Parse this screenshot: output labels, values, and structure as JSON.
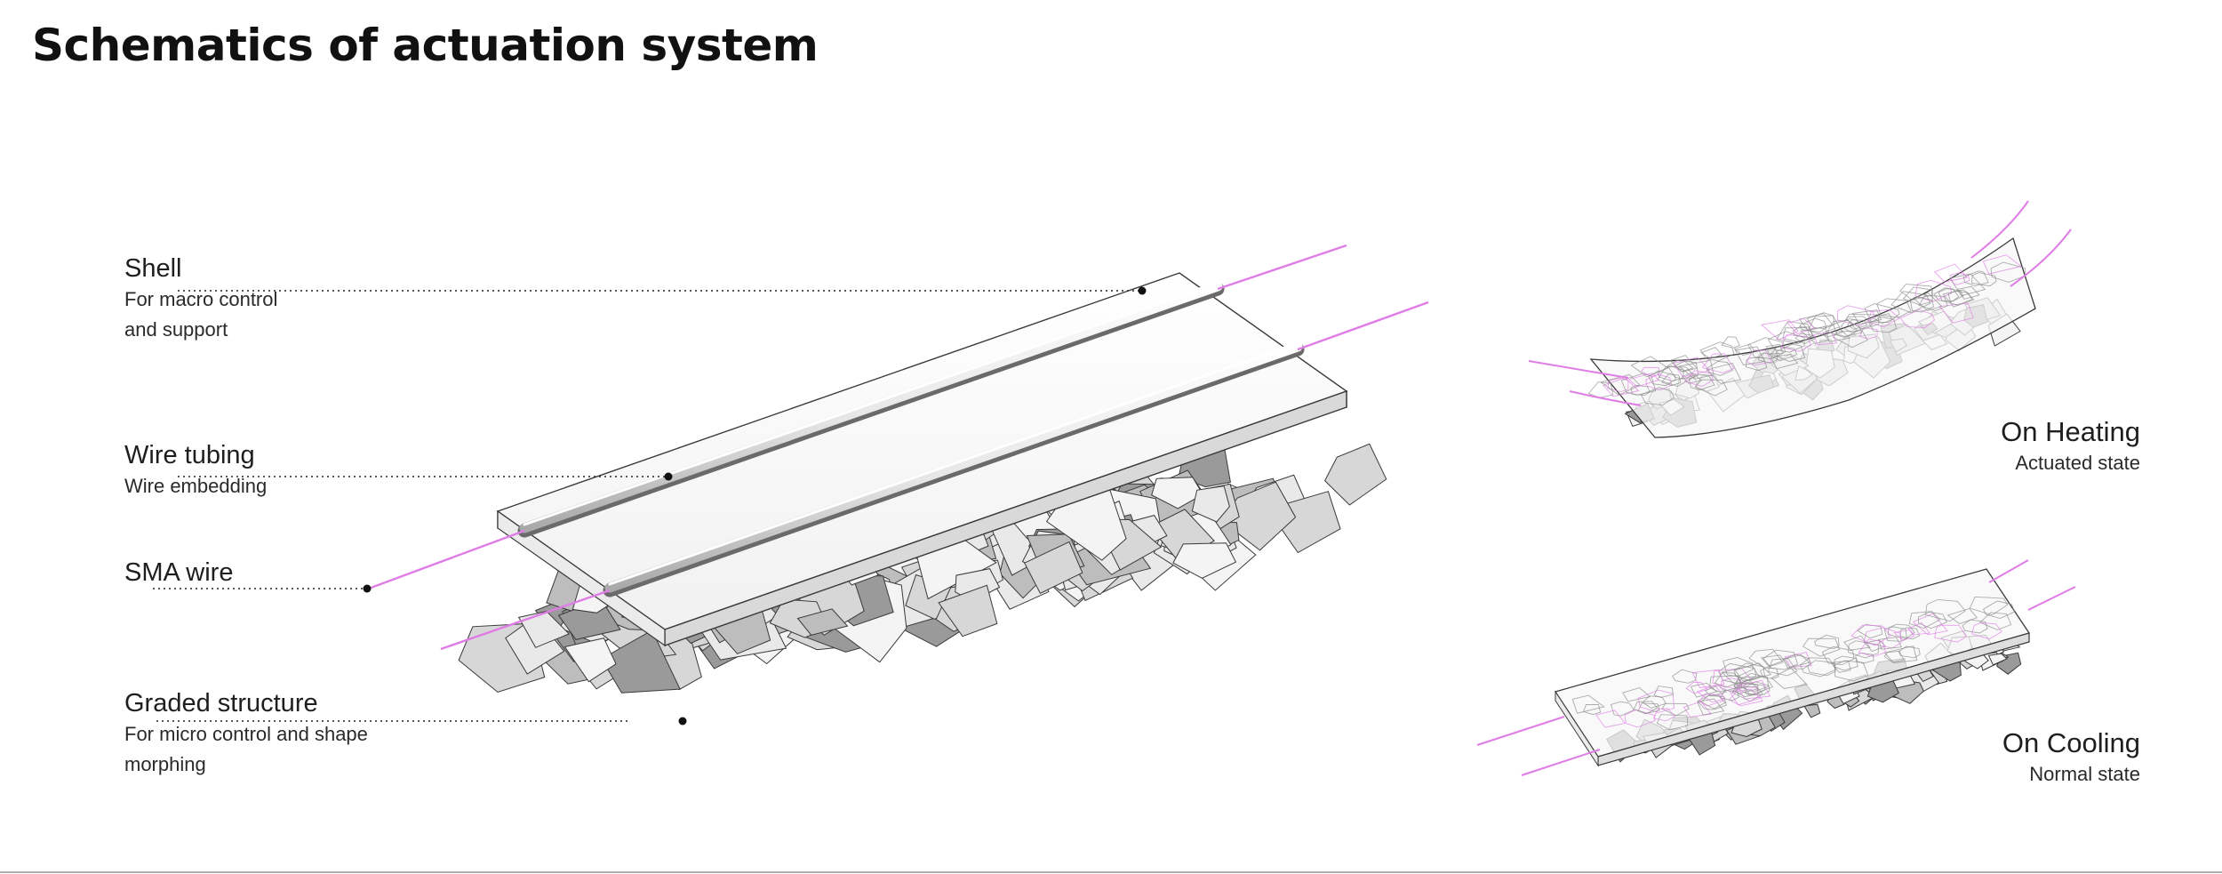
{
  "title": "Schematics of actuation system",
  "labels": {
    "shell": {
      "heading": "Shell",
      "sub_line1": "For macro control",
      "sub_line2": "and support"
    },
    "wire_tubing": {
      "heading": "Wire tubing",
      "sub_line1": "Wire embedding"
    },
    "sma_wire": {
      "heading": "SMA wire"
    },
    "graded_structure": {
      "heading": "Graded structure",
      "sub_line1": "For micro control and shape",
      "sub_line2": "morphing"
    }
  },
  "states": {
    "heating": {
      "heading": "On Heating",
      "sub": "Actuated state"
    },
    "cooling": {
      "heading": "On Cooling",
      "sub": "Normal state"
    }
  },
  "colors": {
    "wire": "#e07ce6",
    "outline": "#3a3a3a",
    "leader": "#222222",
    "panel_light": "#f4f4f4",
    "panel_mid": "#d7d7d7",
    "panel_dark": "#9a9a9a"
  }
}
